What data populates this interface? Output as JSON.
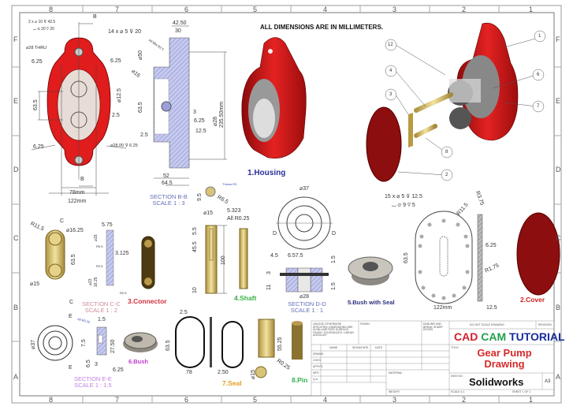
{
  "sheet": {
    "columns": [
      "8",
      "7",
      "6",
      "5",
      "4",
      "3",
      "2",
      "1"
    ],
    "rows": [
      "F",
      "E",
      "D",
      "C",
      "B",
      "A"
    ],
    "note": "ALL DIMENSIONS ARE IN MILLIMETERS."
  },
  "colors": {
    "housing": "#e01818",
    "brass": "#d8bf6a",
    "hatch": "#b8bde8",
    "section_label": "#6670b8"
  },
  "housing": {
    "label": "1.Housing",
    "section_label": "SECTION B-B",
    "section_scale": "SCALE 1 : 3",
    "section_marker": "B",
    "dims": [
      "2 x ⌀ 10 ⊽ 42.5",
      "⌴ ⌀ 20 ⊽ 20",
      "14 x ⌀ 5 ⊽ 20",
      "⌀28 THRU",
      "6.25",
      "6.25",
      "63.5",
      "⌀12.5",
      "2.5",
      "6.25",
      "⌀28.00 ⊽ 6.25",
      "78mm",
      "122mm"
    ],
    "section_dims": [
      "42.50",
      "30",
      "⌀50",
      "All fillet R2.5",
      "⌀16",
      "63.5",
      "3",
      "6.25",
      "⌀28",
      "12.5",
      "2.5",
      "235.50mm",
      "52",
      "64.5"
    ]
  },
  "assembly": {
    "balloons": [
      "1",
      "12",
      "4",
      "6",
      "3",
      "7",
      "8",
      "2"
    ]
  },
  "connector": {
    "label": "3.Connector",
    "section_label": "SECTION C-C",
    "section_scale": "SCALE 1 : 2",
    "section_marker": "C",
    "dims": [
      "R11.5",
      "⌀16.25",
      "63.5",
      "⌀15",
      "5.75",
      "⌀15",
      "R0.5",
      "3.125",
      "R2.5",
      "⌀23",
      "16.25",
      "R2.5"
    ]
  },
  "shaft": {
    "label": "4.Shaft",
    "dims": [
      "⌀15",
      "5.323",
      "All R0.25",
      "5.5",
      "45.5",
      "100",
      "10",
      "9.5",
      "R6.5",
      "Thread R1"
    ]
  },
  "bush_seal": {
    "label": "5.Bush with Seal",
    "section_label": "SECTION D-D",
    "section_scale": "SCALE 1 : 1",
    "section_marker": "D",
    "dims": [
      "⌀37",
      "4.5",
      "6.57.5",
      "3",
      "11",
      "1.5",
      "1.5",
      "⌀28"
    ]
  },
  "cover": {
    "label": "2.Cover",
    "dims": [
      "15 x ⌀ 5 ⊽ 12.5",
      "⌴ ⌀ 9 ⊽ 5",
      "R11.5",
      "R3.75",
      "6.25",
      "63.5",
      "R1.75",
      "122mm",
      "12.5"
    ]
  },
  "bush": {
    "label": "6.Bush",
    "section_label": "SECTION E-E",
    "section_scale": "SCALE 1 : 1.5",
    "section_marker": "E",
    "dims": [
      "⌀37",
      "All R0.25",
      "1.5",
      "27.50",
      "7.5",
      "6.5",
      "3",
      "6.25"
    ]
  },
  "seal": {
    "label": "7.Seal",
    "dims": [
      "2.5",
      "63.5",
      "78",
      "2.50"
    ]
  },
  "pin": {
    "label": "8.Pin",
    "dims": [
      "55.25",
      "⌀15",
      "R0.25"
    ]
  },
  "title_block": {
    "brand_cad": "CAD ",
    "brand_cam": "CAM ",
    "brand_tutorial": "TUTORIAL",
    "title_line1": "Gear Pump",
    "title_line2": "Drawing",
    "dwg_no": "Solidworks",
    "size": "A3",
    "fields": [
      "UNLESS OTHERWISE SPECIFIED: DIMENSIONS ARE IN MILLIMETERS SURFACE FINISH: TOLERANCES: LINEAR: ANGULAR:",
      "FINISH:",
      "DEBURR AND BREAK SHARP EDGES",
      "DO NOT SCALE DRAWING",
      "REVISION",
      "NAME",
      "SIGNATURE",
      "DATE",
      "DRAWN",
      "CHK'D",
      "APPV'D",
      "MFG",
      "Q.A",
      "MATERIAL:",
      "WEIGHT:",
      "TITLE:",
      "DWG NO.",
      "SCALE:1:1",
      "SHEET 1 OF 1"
    ]
  }
}
